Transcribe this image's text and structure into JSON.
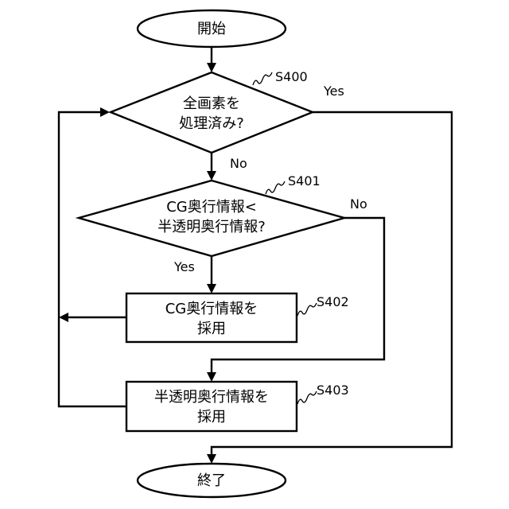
{
  "nodes": {
    "start": {
      "label": "開始"
    },
    "s400": {
      "lines": [
        "全画素を",
        "処理済み?"
      ],
      "step": "S400"
    },
    "s401": {
      "lines": [
        "CG奥行情報<",
        "半透明奥行情報?"
      ],
      "step": "S401"
    },
    "s402": {
      "lines": [
        "CG奥行情報を",
        "採用"
      ],
      "step": "S402"
    },
    "s403": {
      "lines": [
        "半透明奥行情報を",
        "採用"
      ],
      "step": "S403"
    },
    "end": {
      "label": "終了"
    }
  },
  "branch_labels": {
    "s400_yes": "Yes",
    "s400_no": "No",
    "s401_no": "No",
    "s401_yes": "Yes"
  }
}
